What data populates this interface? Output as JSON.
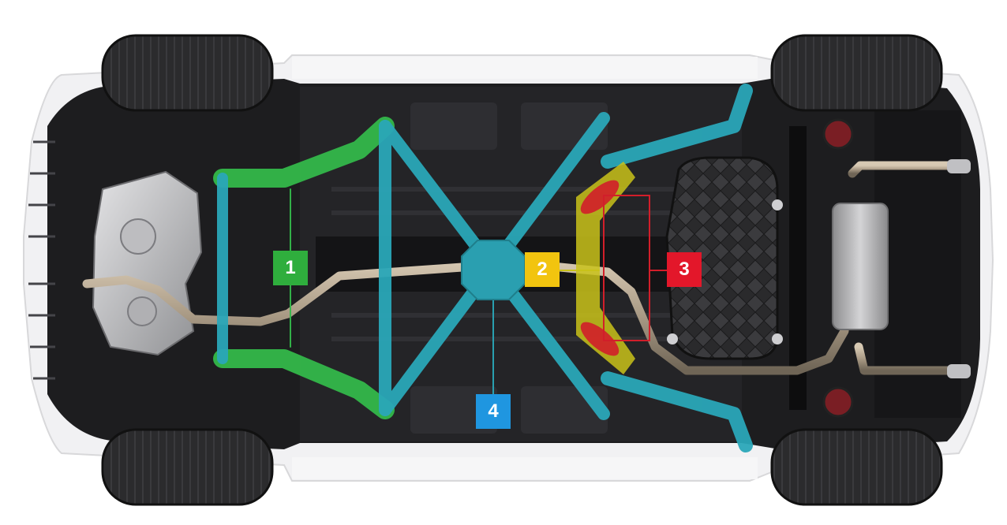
{
  "callouts": [
    {
      "id": "1",
      "label": "1",
      "color": "#2fae3d"
    },
    {
      "id": "2",
      "label": "2",
      "color": "#f2c40f"
    },
    {
      "id": "3",
      "label": "3",
      "color": "#e3172a"
    },
    {
      "id": "4",
      "label": "4",
      "color": "#1f96e0"
    }
  ],
  "colors": {
    "green_brace": "#34b84a",
    "cyan_brace": "#2aa7b8",
    "yellow_brace": "#c9c21a",
    "red_mount": "#d21e2a",
    "chassis": "#1c1c1e",
    "tire": "#2a2a2c"
  }
}
